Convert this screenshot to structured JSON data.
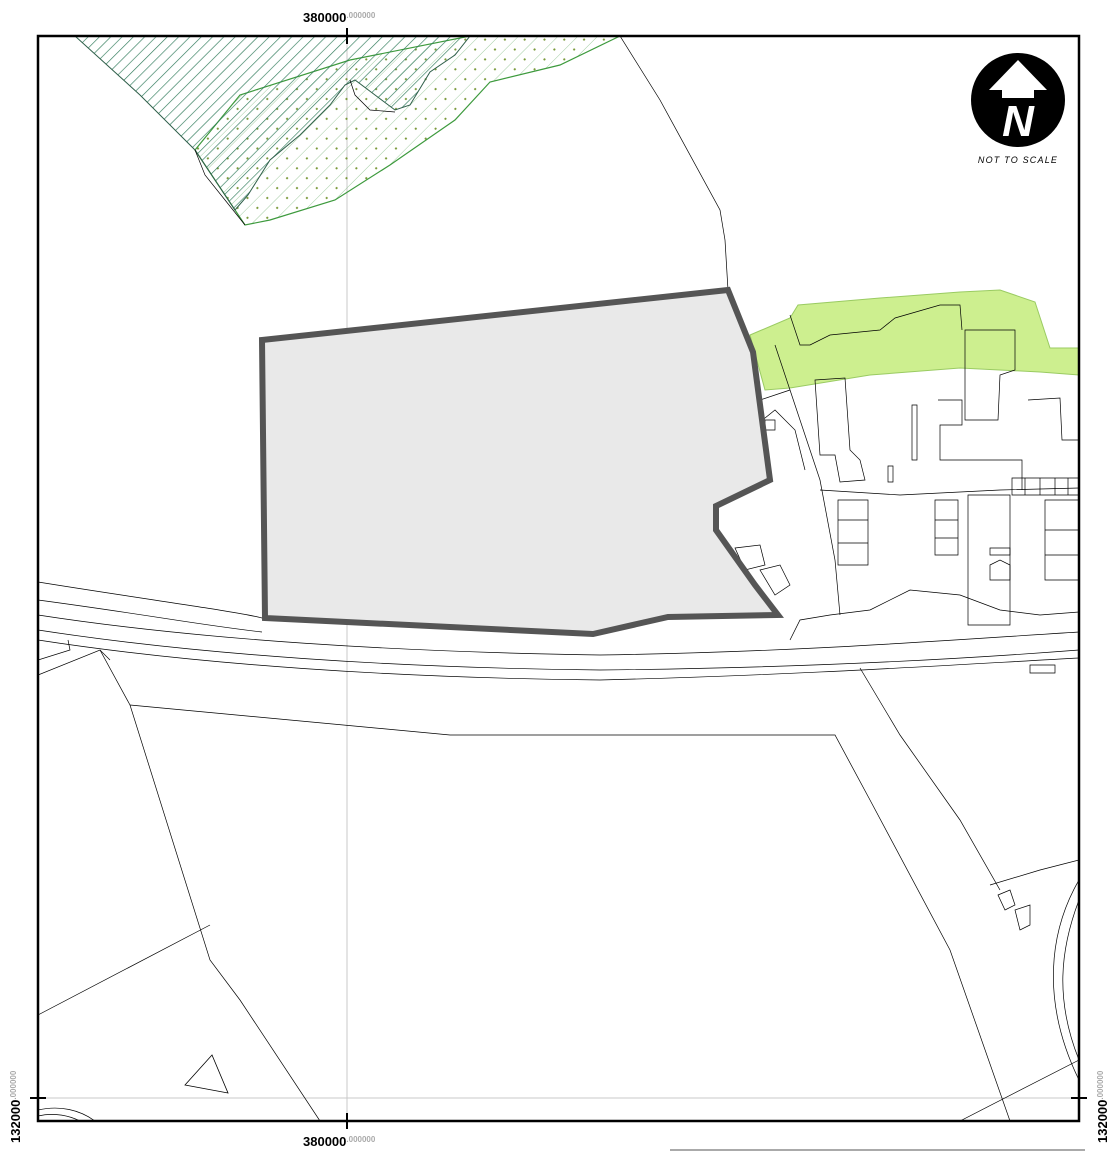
{
  "map": {
    "grid": {
      "easting_top": {
        "main": "380000",
        "sub": ".000000"
      },
      "easting_bottom": {
        "main": "380000",
        "sub": ".000000"
      },
      "northing_left": {
        "main": "132000",
        "sub": ".000000"
      },
      "northing_right": {
        "main": "132000",
        "sub": ".000000"
      }
    },
    "north_arrow": {
      "letter": "N",
      "scale_note": "NOT TO SCALE",
      "icon": "north-arrow-icon"
    },
    "colors": {
      "site_fill": "#e9e9e9",
      "site_outline": "#555555",
      "woodland_hatch": "#2f7a5a",
      "woodland_green": "#3d9a3d",
      "green_area": "#cdef8f",
      "grid_line": "#c8c8c8",
      "frame": "#000000"
    }
  }
}
